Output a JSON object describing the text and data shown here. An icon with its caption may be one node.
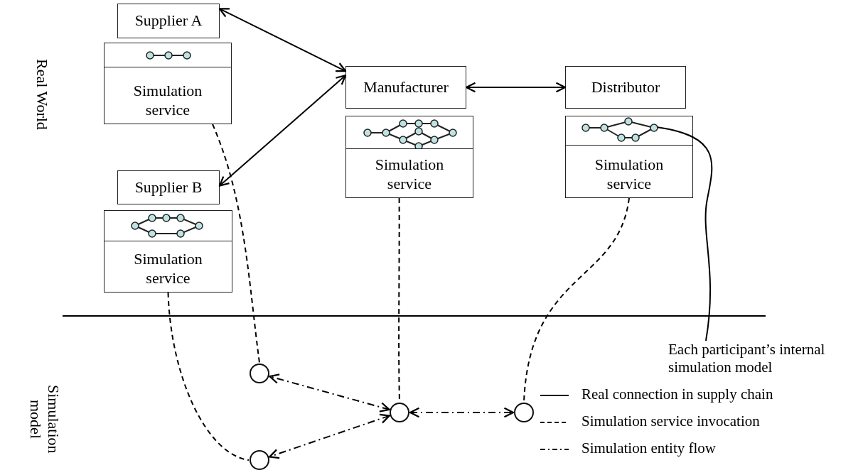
{
  "diagram": {
    "nodes": [
      {
        "text": [
          "Supplier A"
        ]
      },
      {
        "text": [
          "Simulation service"
        ]
      },
      {
        "text": [
          "Manufacturer"
        ]
      },
      {
        "text": [
          "Simulation service"
        ]
      },
      {
        "text": [
          "Distributor"
        ]
      },
      {
        "text": [
          "Simulation service"
        ]
      },
      {
        "text": [],
        "shape": "picture",
        "in": 5
      },
      {
        "text": [
          "Supplier B"
        ]
      },
      {
        "text": [
          "Simulation service"
        ]
      },
      {
        "text": [
          "Each participant’s internal simulation model"
        ]
      },
      {
        "text": [],
        "shape": "circle"
      },
      {
        "text": [],
        "shape": "circle"
      },
      {
        "text": [],
        "shape": "circle"
      },
      {
        "text": [],
        "shape": "circle"
      }
    ],
    "edges": [
      {
        "from": 0,
        "to": 2,
        "arrow": "both"
      },
      {
        "from": 7,
        "to": 2,
        "arrow": "both"
      },
      {
        "from": 2,
        "to": 4,
        "arrow": "both"
      },
      {
        "from": 1,
        "to": 10,
        "arrow": "none",
        "style": "dashed"
      },
      {
        "from": 8,
        "to": 11,
        "arrow": "none",
        "style": "dashed"
      },
      {
        "from": 3,
        "to": 12,
        "arrow": "none",
        "style": "dashed"
      },
      {
        "from": 5,
        "to": 13,
        "arrow": "none",
        "style": "dashed"
      },
      {
        "from": 12,
        "to": 10,
        "arrow": "both",
        "style": "dashed"
      },
      {
        "from": 12,
        "to": 11,
        "arrow": "both",
        "style": "dashed"
      },
      {
        "from": 12,
        "to": 13,
        "arrow": "both",
        "style": "dashed"
      },
      {
        "from": 9,
        "to": 6,
        "arrow": "none"
      }
    ],
    "labels": [
      "Real World",
      "Simulation model"
    ],
    "legend": [
      {
        "text": "Real connection in supply chain"
      },
      {
        "text": "Simulation service invocation"
      },
      {
        "text": "Simulation entity flow"
      }
    ]
  }
}
